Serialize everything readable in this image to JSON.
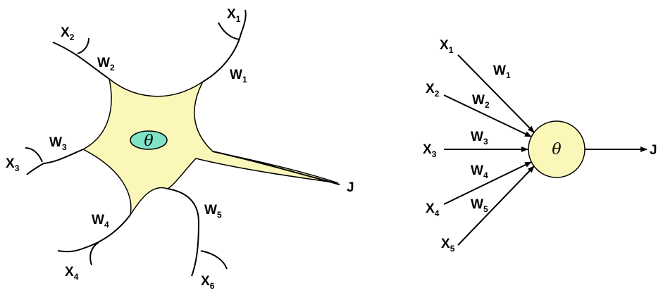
{
  "neuron": {
    "inputs": [
      {
        "x": "X",
        "x_sub": "1",
        "w": "W",
        "w_sub": "1"
      },
      {
        "x": "X",
        "x_sub": "2",
        "w": "W",
        "w_sub": "2"
      },
      {
        "x": "X",
        "x_sub": "3",
        "w": "W",
        "w_sub": "3"
      },
      {
        "x": "X",
        "x_sub": "4",
        "w": "W",
        "w_sub": "4"
      },
      {
        "x": "X",
        "x_sub": "6",
        "w": "W",
        "w_sub": "5"
      }
    ],
    "threshold": "θ",
    "output": "J"
  },
  "perceptron": {
    "inputs": [
      {
        "x": "X",
        "x_sub": "1",
        "w": "W",
        "w_sub": "1"
      },
      {
        "x": "X",
        "x_sub": "2",
        "w": "W",
        "w_sub": "2"
      },
      {
        "x": "X",
        "x_sub": "3",
        "w": "W",
        "w_sub": "3"
      },
      {
        "x": "X",
        "x_sub": "4",
        "w": "W",
        "w_sub": "4"
      },
      {
        "x": "X",
        "x_sub": "5",
        "w": "W",
        "w_sub": "5"
      }
    ],
    "threshold": "θ",
    "output": "J"
  },
  "colors": {
    "cell_body": "#fbf7b8",
    "nucleus": "#7fe3c8",
    "node": "#fbf7b8",
    "stroke": "#000000"
  }
}
